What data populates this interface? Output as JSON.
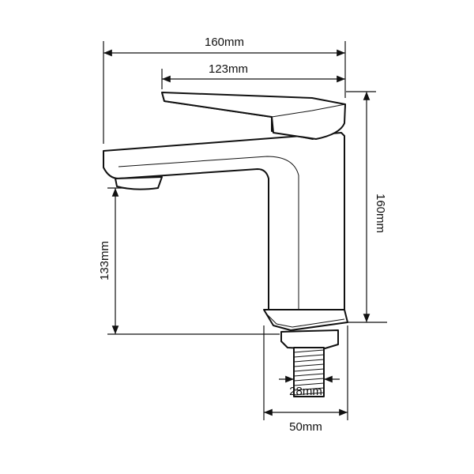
{
  "dimensions": {
    "total_width": "160mm",
    "handle_length": "123mm",
    "total_height": "160mm",
    "spout_clearance": "133mm",
    "thread_diameter": "28mm",
    "base_width": "50mm"
  }
}
